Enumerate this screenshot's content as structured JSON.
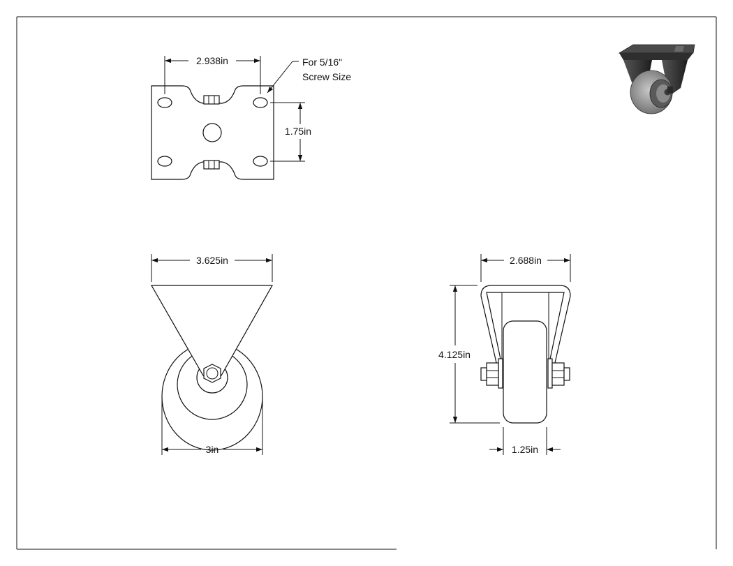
{
  "dimensions": {
    "top_width": "2.938in",
    "top_height": "1.75in",
    "screw_note_line1": "For 5/16\"",
    "screw_note_line2": "Screw Size",
    "front_width": "3.625in",
    "front_wheel": "3in",
    "side_width": "2.688in",
    "side_height": "4.125in",
    "side_wheel_width": "1.25in"
  },
  "colors": {
    "line": "#111111",
    "paper": "#ffffff"
  },
  "icons": {
    "iso_view": "caster-iso-icon"
  }
}
